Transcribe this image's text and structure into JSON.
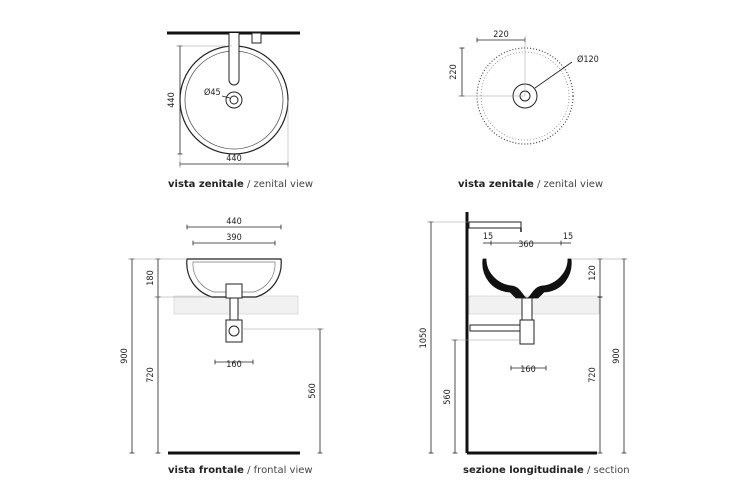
{
  "views": {
    "top_left": {
      "title": "vista zenitale",
      "subtitle": "zenital view",
      "dims": {
        "width": "440",
        "height": "440",
        "drain": "Ø45"
      }
    },
    "top_right": {
      "title": "vista zenitale",
      "subtitle": "zenital view",
      "dims": {
        "width": "220",
        "height": "220",
        "drain": "Ø120"
      }
    },
    "bottom_left": {
      "title": "vista frontale",
      "subtitle": "frontal view",
      "dims": {
        "outer": "440",
        "inner": "390",
        "bowl_h": "180",
        "total_h": "900",
        "top_h": "720",
        "siphon_h": "560",
        "siphon_w": "160"
      }
    },
    "bottom_right": {
      "title": "sezione longitudinale",
      "subtitle": "section",
      "dims": {
        "inner": "360",
        "wall_l": "15",
        "wall_r": "15",
        "bowl_h": "120",
        "total_l": "1050",
        "siphon_h": "560",
        "total_r": "900",
        "top_h": "720",
        "siphon_w": "160"
      }
    }
  },
  "separator": " / "
}
